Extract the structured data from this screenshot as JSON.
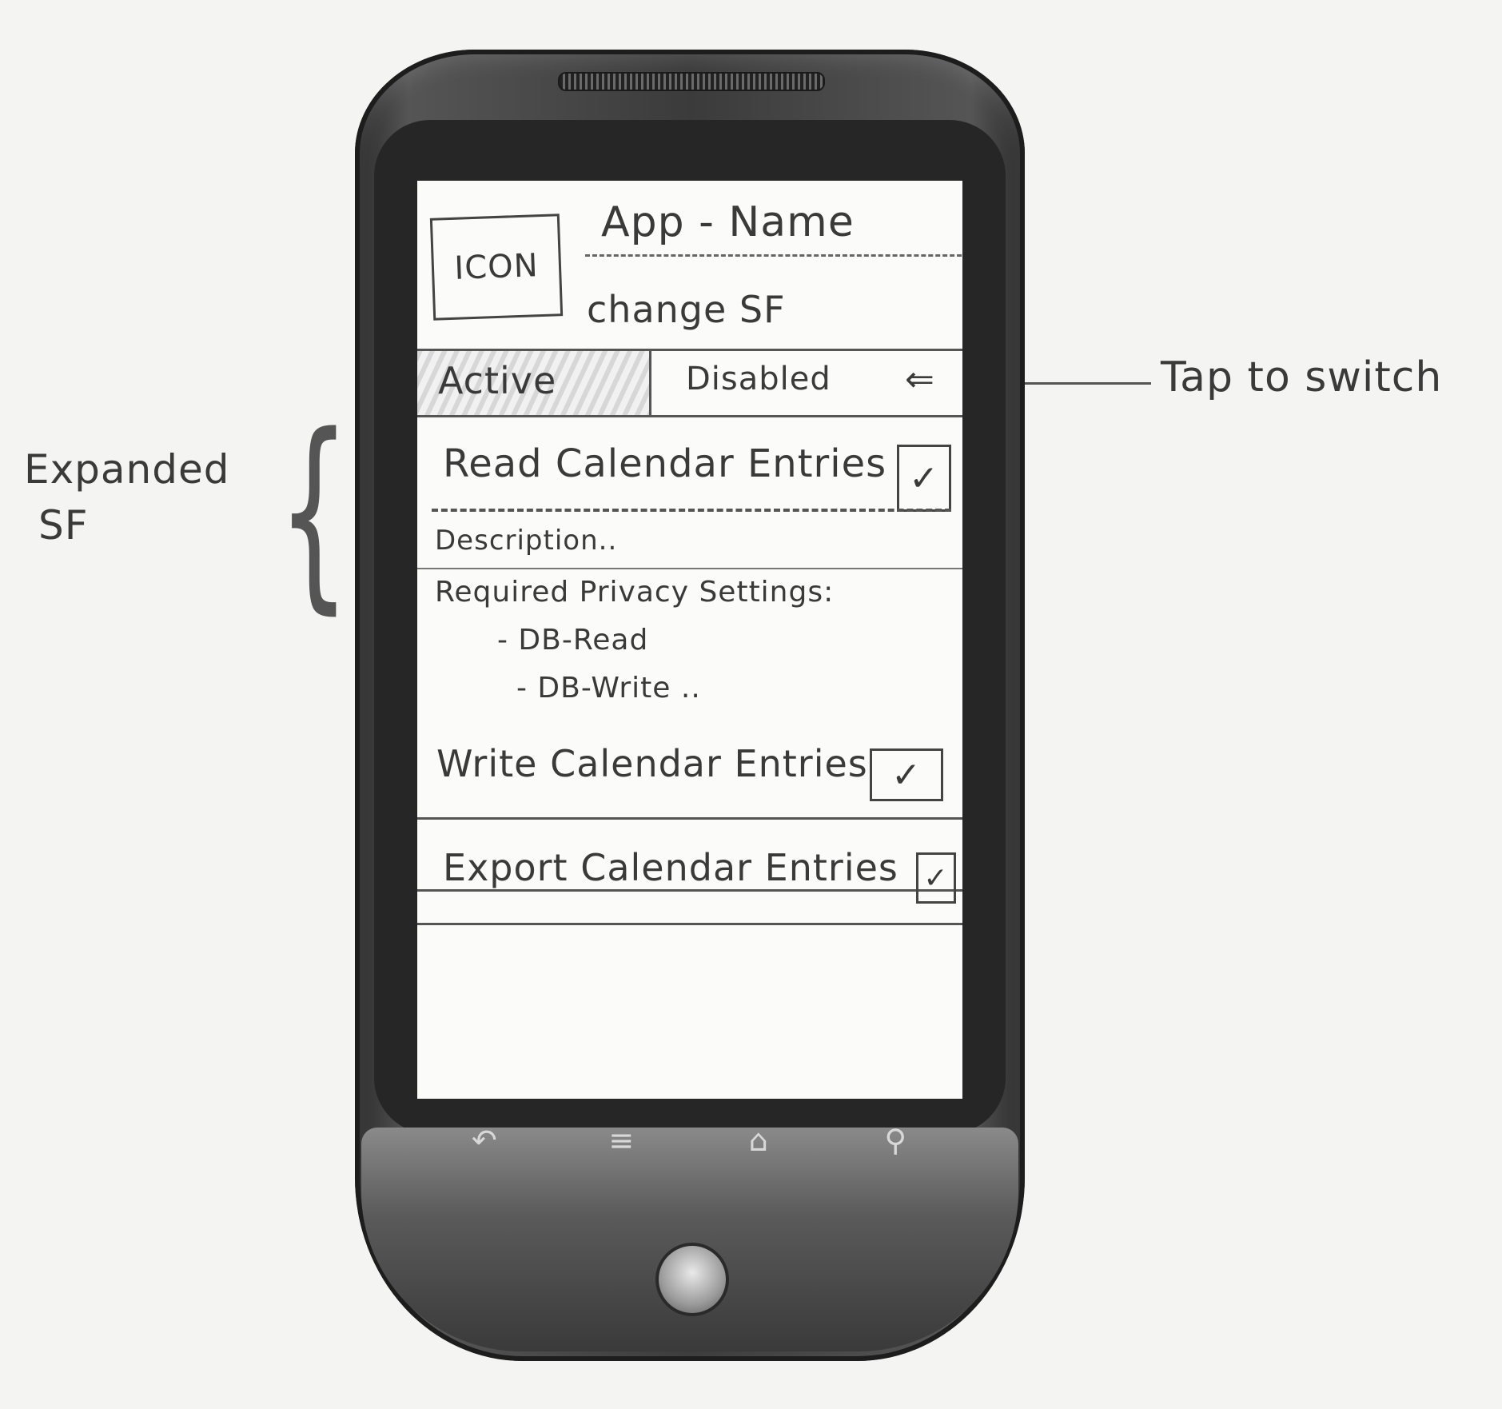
{
  "header": {
    "icon_label": "ICON",
    "app_name": "App - Name",
    "subtitle": "change SF"
  },
  "switch": {
    "active_label": "Active",
    "disabled_label": "Disabled",
    "arrow": "⇐"
  },
  "features": [
    {
      "label": "Read Calendar Entries",
      "checked": true,
      "expanded": true,
      "description": "Description..",
      "privacy_title": "Required Privacy Settings:",
      "privacy_items": [
        "- DB-Read",
        "- DB-Write .."
      ]
    },
    {
      "label": "Write Calendar Entries",
      "checked": true
    },
    {
      "label": "Export Calendar Entries",
      "checked": true
    }
  ],
  "checkmark": "✓",
  "navbar": {
    "back": "↶",
    "menu": "≡",
    "home": "⌂",
    "search": "⚲"
  },
  "annotations": {
    "tap_to_switch": "Tap to switch",
    "expanded_line1": "Expanded",
    "expanded_line2": "SF"
  }
}
